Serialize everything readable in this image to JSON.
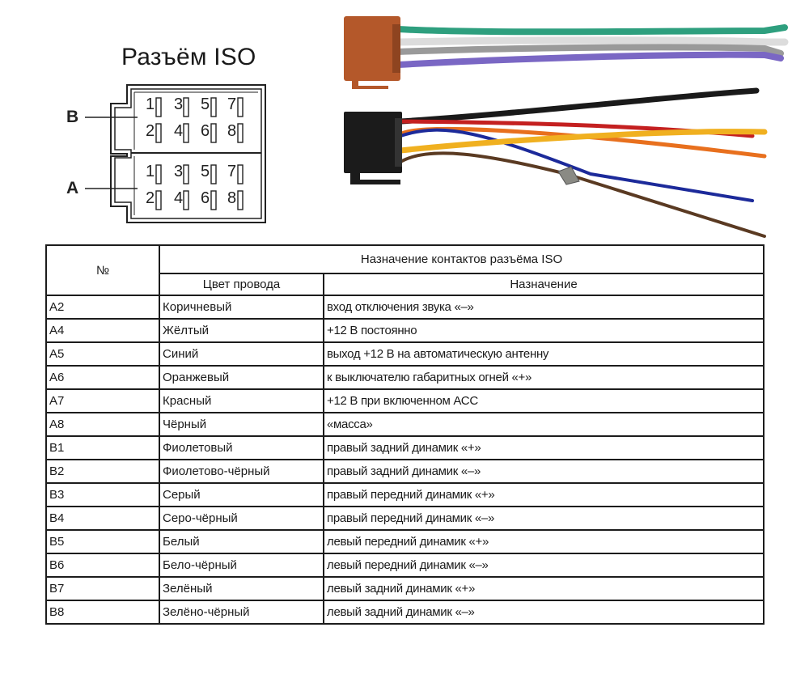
{
  "title": "Разъём ISO",
  "diagram": {
    "groups": [
      {
        "label": "B",
        "pins_top": [
          "1",
          "3",
          "5",
          "7"
        ],
        "pins_bottom": [
          "2",
          "4",
          "6",
          "8"
        ]
      },
      {
        "label": "A",
        "pins_top": [
          "1",
          "3",
          "5",
          "7"
        ],
        "pins_bottom": [
          "2",
          "4",
          "6",
          "8"
        ]
      }
    ]
  },
  "photo": {
    "connector_b_color": "#b4582a",
    "connector_a_color": "#1b1b1b",
    "wires_b": [
      "#2e9f7e",
      "#e8e8e8",
      "#9a9a9a",
      "#7a67c4"
    ],
    "wires_a": [
      "#1a1a1a",
      "#c42020",
      "#e8701e",
      "#1c2a9a",
      "#f0b020",
      "#5a3a22"
    ]
  },
  "table": {
    "header": {
      "no": "№",
      "group": "Назначение контактов разъёма ISO",
      "color": "Цвет провода",
      "purpose": "Назначение"
    },
    "rows": [
      {
        "no": "A2",
        "color": "Коричневый",
        "purpose": "вход отключения звука «–»"
      },
      {
        "no": "A4",
        "color": "Жёлтый",
        "purpose": "+12 В постоянно"
      },
      {
        "no": "A5",
        "color": "Синий",
        "purpose": "выход +12 В на автоматическую антенну"
      },
      {
        "no": "A6",
        "color": "Оранжевый",
        "purpose": "к выключателю габаритных огней «+»"
      },
      {
        "no": "A7",
        "color": "Красный",
        "purpose": "+12 В при включенном АСС"
      },
      {
        "no": "A8",
        "color": "Чёрный",
        "purpose": "«масса»"
      },
      {
        "no": "B1",
        "color": "Фиолетовый",
        "purpose": "правый задний динамик «+»"
      },
      {
        "no": "B2",
        "color": "Фиолетово-чёрный",
        "purpose": "правый задний динамик «–»"
      },
      {
        "no": "B3",
        "color": "Серый",
        "purpose": "правый передний динамик «+»"
      },
      {
        "no": "B4",
        "color": "Серо-чёрный",
        "purpose": "правый передний динамик «–»"
      },
      {
        "no": "B5",
        "color": "Белый",
        "purpose": "левый передний динамик «+»"
      },
      {
        "no": "B6",
        "color": "Бело-чёрный",
        "purpose": "левый передний динамик «–»"
      },
      {
        "no": "B7",
        "color": "Зелёный",
        "purpose": "левый задний динамик «+»"
      },
      {
        "no": "B8",
        "color": "Зелёно-чёрный",
        "purpose": "левый задний динамик «–»"
      }
    ]
  }
}
